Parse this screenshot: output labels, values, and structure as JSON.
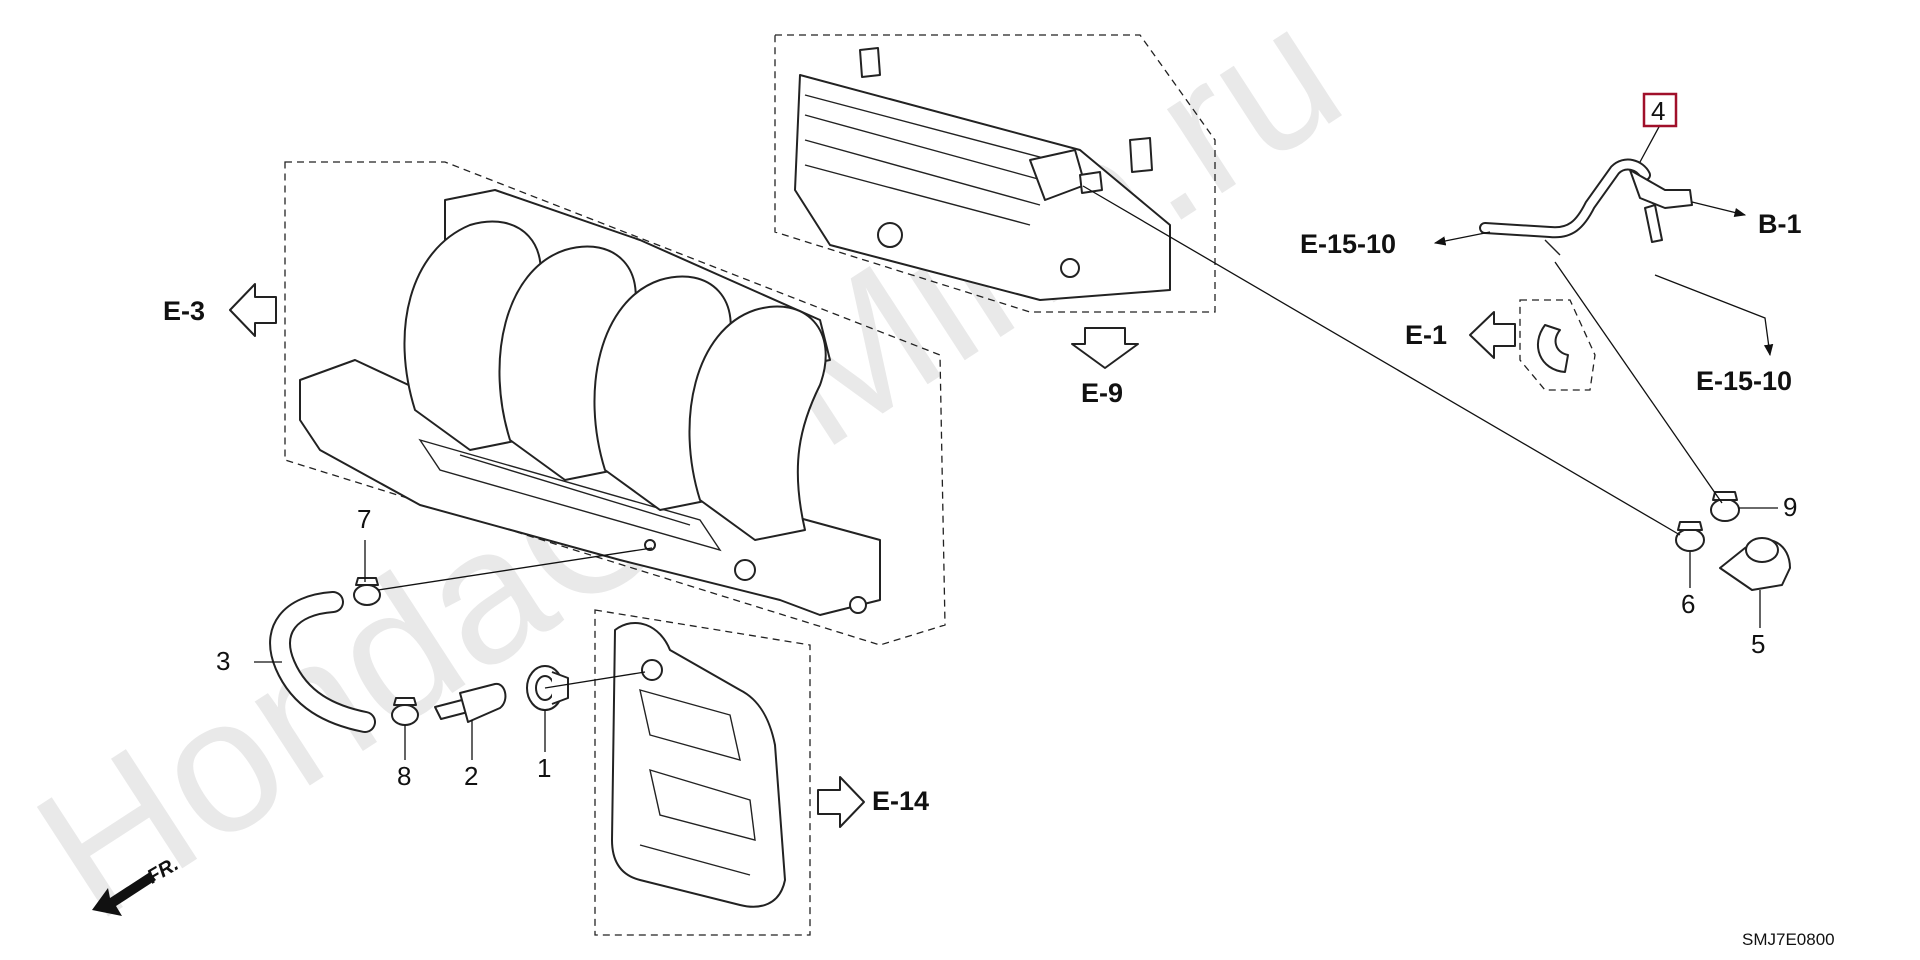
{
  "watermark": "HondaCarMine.ru",
  "diagram_code": "SMJ7E0800",
  "front_label": "FR.",
  "highlight_color": "#a0102a",
  "references": {
    "e3": "E-3",
    "e9": "E-9",
    "e14": "E-14",
    "e1": "E-1",
    "b1": "B-1",
    "e1510_left": "E-15-10",
    "e1510_right": "E-15-10"
  },
  "parts": {
    "p1": "1",
    "p2": "2",
    "p3": "3",
    "p4": "4",
    "p5": "5",
    "p6": "6",
    "p7": "7",
    "p8": "8",
    "p9": "9"
  }
}
